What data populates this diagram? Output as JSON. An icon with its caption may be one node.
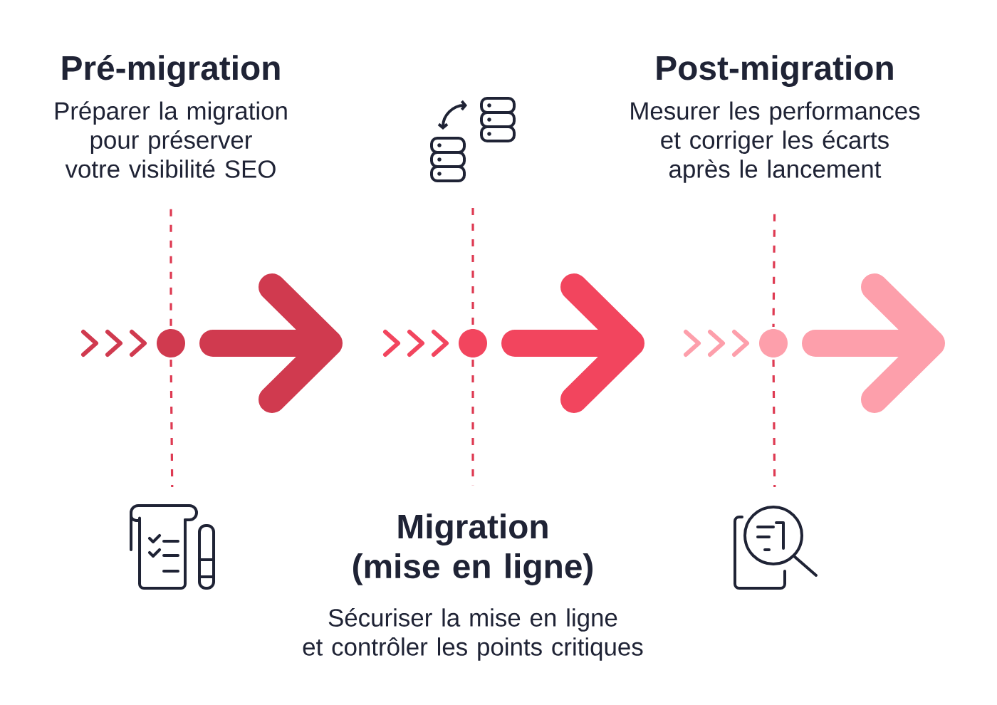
{
  "diagram": {
    "nodes": [
      {
        "text": [
          "Pré-migration",
          "Préparer la migration pour préserver votre visibilité SEO"
        ]
      },
      {
        "text": [],
        "shape": "circle"
      },
      {
        "text": [],
        "shape": "picture"
      },
      {
        "text": [],
        "shape": "picture"
      },
      {
        "text": [],
        "shape": "circle"
      },
      {
        "text": [
          "Migration (mise en ligne)",
          "Sécuriser la mise en ligne et contrôler les points critiques"
        ]
      },
      {
        "text": [
          "Post-migration",
          "Mesurer les performances et corriger les écarts après le lancement"
        ]
      },
      {
        "text": [],
        "shape": "circle"
      },
      {
        "text": [],
        "shape": "picture"
      }
    ],
    "edges": [
      {
        "from": 0,
        "to": 1,
        "arrow": "none",
        "style": "dashed"
      },
      {
        "from": 1,
        "to": 2,
        "arrow": "none",
        "style": "dashed"
      },
      {
        "from": 3,
        "to": 4,
        "arrow": "none",
        "style": "dashed"
      },
      {
        "from": 4,
        "to": 5,
        "arrow": "none",
        "style": "dashed"
      },
      {
        "from": 6,
        "to": 7,
        "arrow": "none",
        "style": "dashed"
      },
      {
        "from": 7,
        "to": 8,
        "arrow": "none",
        "style": "dashed"
      },
      {
        "from": 1,
        "to": null,
        "arrow": "to",
        "style": "thick",
        "color": "#d03a4f"
      },
      {
        "from": 4,
        "to": null,
        "arrow": "to",
        "style": "thick",
        "color": "#f2455e"
      },
      {
        "from": 7,
        "to": null,
        "arrow": "to",
        "style": "thick",
        "color": "#fd9fab"
      }
    ]
  }
}
